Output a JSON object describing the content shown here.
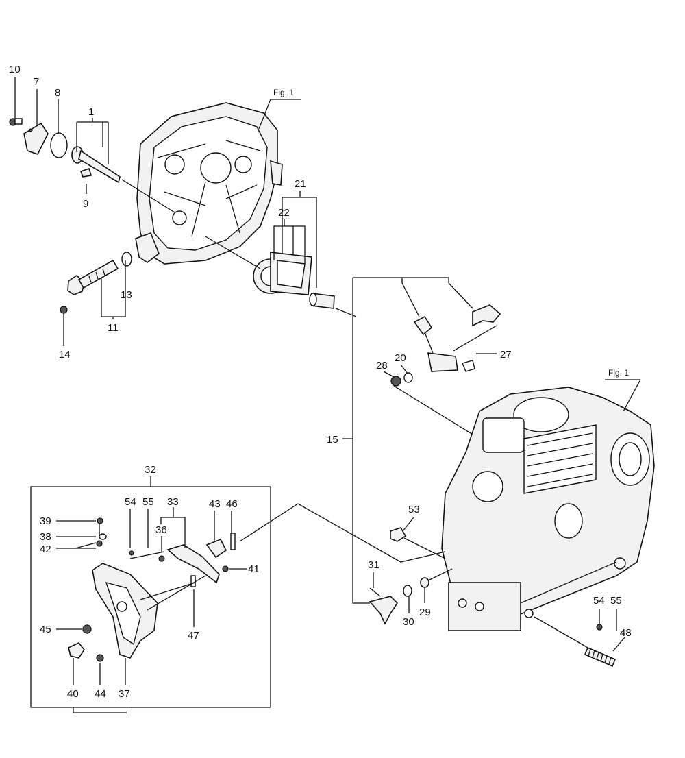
{
  "figure_refs": [
    "Fig. 1",
    "Fig. 1"
  ],
  "callouts": [
    "1",
    "7",
    "8",
    "9",
    "10",
    "11",
    "13",
    "14",
    "15",
    "20",
    "21",
    "22",
    "27",
    "28",
    "29",
    "30",
    "31",
    "32",
    "33",
    "36",
    "37",
    "38",
    "39",
    "40",
    "41",
    "42",
    "43",
    "44",
    "45",
    "46",
    "47",
    "48",
    "53",
    "54",
    "55",
    "54",
    "55"
  ],
  "assemblies": {
    "upper_left": [
      "10",
      "7",
      "8",
      "1",
      "9",
      "11",
      "13",
      "14"
    ],
    "oil_pump": [
      "21",
      "22"
    ],
    "governor": [
      "15",
      "20",
      "27",
      "28",
      "29",
      "30",
      "31",
      "53"
    ],
    "bracket": [
      "32",
      "33",
      "36",
      "37",
      "38",
      "39",
      "40",
      "41",
      "42",
      "43",
      "44",
      "45",
      "46",
      "47",
      "54",
      "55"
    ],
    "crankcase_rear": [
      "54",
      "55",
      "48"
    ]
  }
}
